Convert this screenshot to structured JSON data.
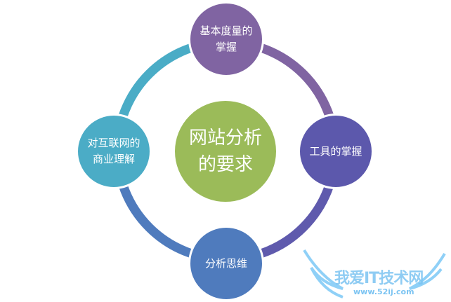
{
  "center": {
    "label": "网站分析的要求",
    "color": "#9bbb59"
  },
  "nodes": [
    {
      "label": "基本度量的掌握",
      "color": "#8064a2"
    },
    {
      "label": "工具的掌握",
      "color": "#5c58ac"
    },
    {
      "label": "分析思维",
      "color": "#4f7bbd"
    },
    {
      "label": "对互联网的商业理解",
      "color": "#4bacc6"
    }
  ],
  "watermark": {
    "title": "我爱IT技术网",
    "url": "www.52ij.com"
  }
}
